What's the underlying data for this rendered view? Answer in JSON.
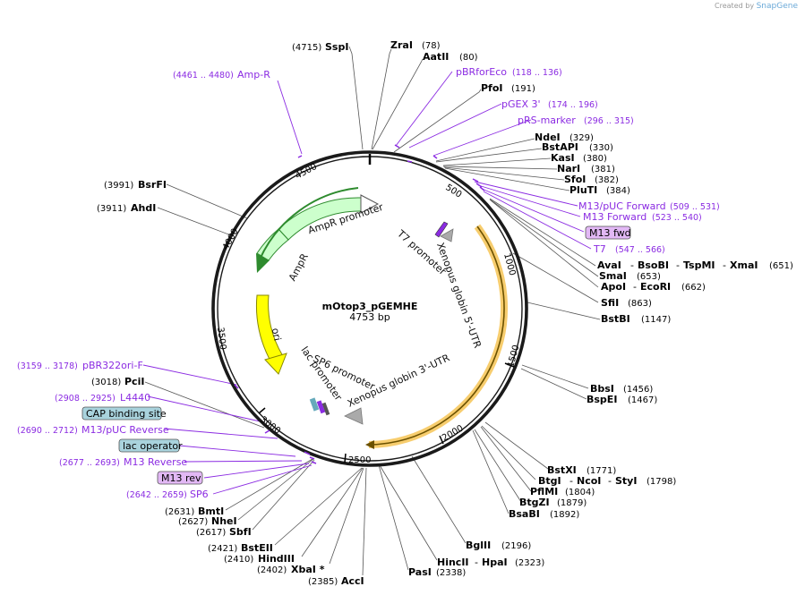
{
  "credit": {
    "prefix": "Created by",
    "brand": "SnapGene"
  },
  "plasmid": {
    "name": "mOtop3_pGEMHE",
    "length": "4753 bp"
  },
  "ticks": [
    "500",
    "1000",
    "1500",
    "2000",
    "2500",
    "3000",
    "3500",
    "4000",
    "4500"
  ],
  "features": {
    "ampr_promoter": "AmpR promoter",
    "ampr": "AmpR",
    "ori": "ori",
    "lac_promoter": "lac promoter",
    "sp6_promoter": "SP6 promoter",
    "t7_promoter": "T7 promoter",
    "xenopus_5": "Xenopus globin 5'-UTR",
    "xenopus_3": "Xenopus globin 3'-UTR"
  },
  "enzymes": {
    "sspi": {
      "name": "SspI",
      "pos": "(4715)"
    },
    "zrai": {
      "name": "ZraI",
      "pos": "(78)"
    },
    "aatii": {
      "name": "AatII",
      "pos": "(80)"
    },
    "pfoi": {
      "name": "PfoI",
      "pos": "(191)"
    },
    "ndei": {
      "name": "NdeI",
      "pos": "(329)"
    },
    "bstapi": {
      "name": "BstAPI",
      "pos": "(330)"
    },
    "kasi": {
      "name": "KasI",
      "pos": "(380)"
    },
    "nari": {
      "name": "NarI",
      "pos": "(381)"
    },
    "sfoi": {
      "name": "SfoI",
      "pos": "(382)"
    },
    "plutI": {
      "name": "PluTI",
      "pos": "(384)"
    },
    "ava": {
      "name": "AvaI",
      "sep1": "-",
      "name2": "BsoBI",
      "sep2": "-",
      "name3": "TspMI",
      "sep3": "-",
      "name4": "XmaI",
      "pos": "(651)"
    },
    "smai": {
      "name": "SmaI",
      "pos": "(653)"
    },
    "apoi": {
      "name": "ApoI",
      "sep": "-",
      "name2": "EcoRI",
      "pos": "(662)"
    },
    "sfii": {
      "name": "SfiI",
      "pos": "(863)"
    },
    "bstbi": {
      "name": "BstBI",
      "pos": "(1147)"
    },
    "bbsi": {
      "name": "BbsI",
      "pos": "(1456)"
    },
    "bspei": {
      "name": "BspEI",
      "pos": "(1467)"
    },
    "bstxi": {
      "name": "BstXI",
      "pos": "(1771)"
    },
    "btgi": {
      "name": "BtgI",
      "sep1": "-",
      "name2": "NcoI",
      "sep2": "-",
      "name3": "StyI",
      "pos": "(1798)"
    },
    "pflmi": {
      "name": "PflMI",
      "pos": "(1804)"
    },
    "btgzi": {
      "name": "BtgZI",
      "pos": "(1879)"
    },
    "bsabi": {
      "name": "BsaBI",
      "pos": "(1892)"
    },
    "bglii": {
      "name": "BglII",
      "pos": "(2196)"
    },
    "hincii": {
      "name": "HincII",
      "sep": "-",
      "name2": "HpaI",
      "pos": "(2323)"
    },
    "pasi": {
      "name": "PasI",
      "pos": "(2338)"
    },
    "acci": {
      "name": "AccI",
      "pos": "(2385)"
    },
    "xbai": {
      "name": "XbaI *",
      "pos": "(2402)"
    },
    "hindiii": {
      "name": "HindIII",
      "pos": "(2410)"
    },
    "bsteii": {
      "name": "BstEII",
      "pos": "(2421)"
    },
    "sbfi": {
      "name": "SbfI",
      "pos": "(2617)"
    },
    "nhei": {
      "name": "NheI",
      "pos": "(2627)"
    },
    "bmti": {
      "name": "BmtI",
      "pos": "(2631)"
    },
    "pcii": {
      "name": "PciI",
      "pos": "(3018)"
    },
    "ahdi": {
      "name": "AhdI",
      "pos": "(3911)"
    },
    "bsrfi": {
      "name": "BsrFI",
      "pos": "(3991)"
    }
  },
  "primers": {
    "ampr": {
      "name": "Amp-R",
      "pos": "(4461 .. 4480)"
    },
    "pbrforeco": {
      "name": "pBRforEco",
      "pos": "(118 .. 136)"
    },
    "pgex3": {
      "name": "pGEX 3'",
      "pos": "(174 .. 196)"
    },
    "prsmarker": {
      "name": "pRS-marker",
      "pos": "(296 .. 315)"
    },
    "m13puc_fwd": {
      "name": "M13/pUC Forward",
      "pos": "(509 .. 531)"
    },
    "m13_fwd": {
      "name": "M13 Forward",
      "pos": "(523 .. 540)"
    },
    "t7": {
      "name": "T7",
      "pos": "(547 .. 566)"
    },
    "pbr322ori": {
      "name": "pBR322ori-F",
      "pos": "(3159 .. 3178)"
    },
    "l4440": {
      "name": "L4440",
      "pos": "(2908 .. 2925)"
    },
    "m13puc_rev": {
      "name": "M13/pUC Reverse",
      "pos": "(2690 .. 2712)"
    },
    "m13_rev": {
      "name": "M13 Reverse",
      "pos": "(2677 .. 2693)"
    },
    "sp6": {
      "name": "SP6",
      "pos": "(2642 .. 2659)"
    }
  },
  "boxes": {
    "m13fwd": "M13 fwd",
    "cap": "CAP binding site",
    "lacop": "lac operator",
    "m13rev": "M13 rev"
  },
  "colors": {
    "backbone": "#1a1a1a",
    "ampr": "#ccffcc",
    "ampr_outline": "#2e8b2e",
    "ori": "#ffff00",
    "insert": "#f5c04a",
    "insert_core": "#8a6a00",
    "primer": "#8b2be2",
    "site_box": "#a9d3dd",
    "primer_box": "#e2b8f5",
    "promoter": "#ffffff"
  }
}
